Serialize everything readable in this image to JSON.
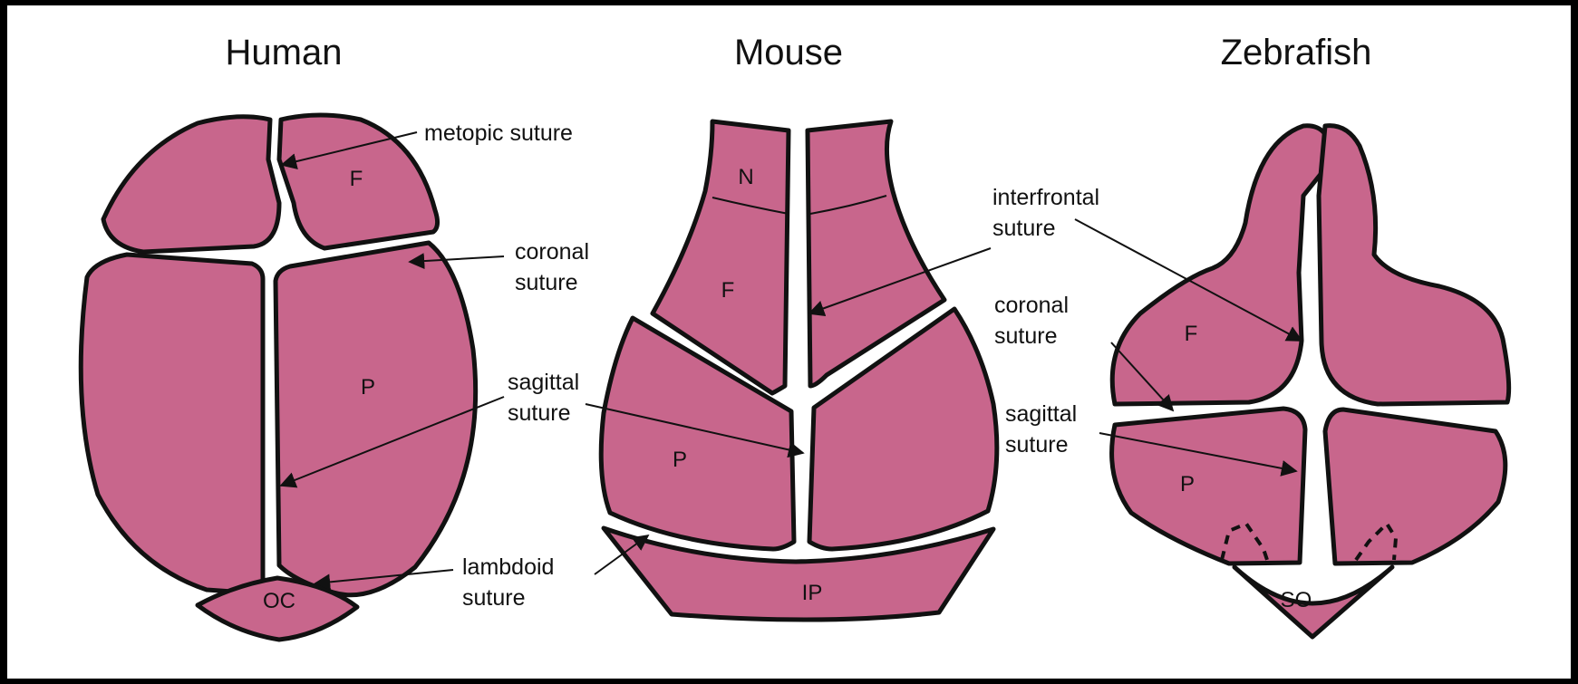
{
  "colors": {
    "bone_fill": "#c8668c",
    "outline": "#111111",
    "background": "#ffffff",
    "frame": "#000000"
  },
  "titles": {
    "human": "Human",
    "mouse": "Mouse",
    "zebrafish": "Zebrafish"
  },
  "human": {
    "bones": {
      "frontal": "F",
      "parietal": "P",
      "occipital": "OC"
    },
    "sutures": {
      "metopic": "metopic suture",
      "coronal_1": "coronal",
      "coronal_2": "suture",
      "sagittal_1": "sagittal",
      "sagittal_2": "suture",
      "lambdoid_1": "lambdoid",
      "lambdoid_2": "suture"
    }
  },
  "mouse": {
    "bones": {
      "nasal": "N",
      "frontal": "F",
      "parietal": "P",
      "interparietal": "IP"
    },
    "sutures": {
      "interfrontal_1": "interfrontal",
      "interfrontal_2": "suture"
    }
  },
  "zebrafish": {
    "bones": {
      "frontal": "F",
      "parietal": "P",
      "supraoccipital": "SO"
    },
    "sutures": {
      "coronal_1": "coronal",
      "coronal_2": "suture",
      "sagittal_1": "sagittal",
      "sagittal_2": "suture"
    }
  }
}
